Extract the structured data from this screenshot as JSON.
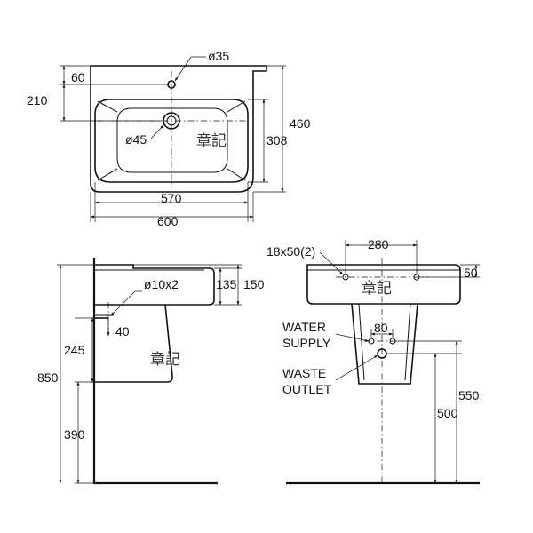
{
  "top_view": {
    "dims": {
      "tap_hole": "ø35",
      "edge_to_tap": "60",
      "edge_to_waste": "210",
      "outer_depth": "460",
      "bowl_depth": "308",
      "waste_hole": "ø45",
      "bowl_width": "570",
      "overall_width": "600"
    },
    "stamp": "章記"
  },
  "side_view": {
    "dims": {
      "fixing_holes": "ø10x2",
      "basin_inner_height": "135",
      "basin_height": "150",
      "fixing_offset": "40",
      "pedestal_top": "245",
      "total_height": "850",
      "floor_to_bracket": "390"
    },
    "stamp": "章記"
  },
  "front_view": {
    "dims": {
      "fixing_slots": "18x50(2)",
      "slot_spacing": "280",
      "slot_height": "50",
      "supply_spacing": "80",
      "waste_height": "500",
      "supply_height": "550"
    },
    "labels": {
      "water_supply_line1": "WATER",
      "water_supply_line2": "SUPPLY",
      "waste_outlet_line1": "WASTE",
      "waste_outlet_line2": "OUTLET"
    },
    "stamp": "章記"
  }
}
